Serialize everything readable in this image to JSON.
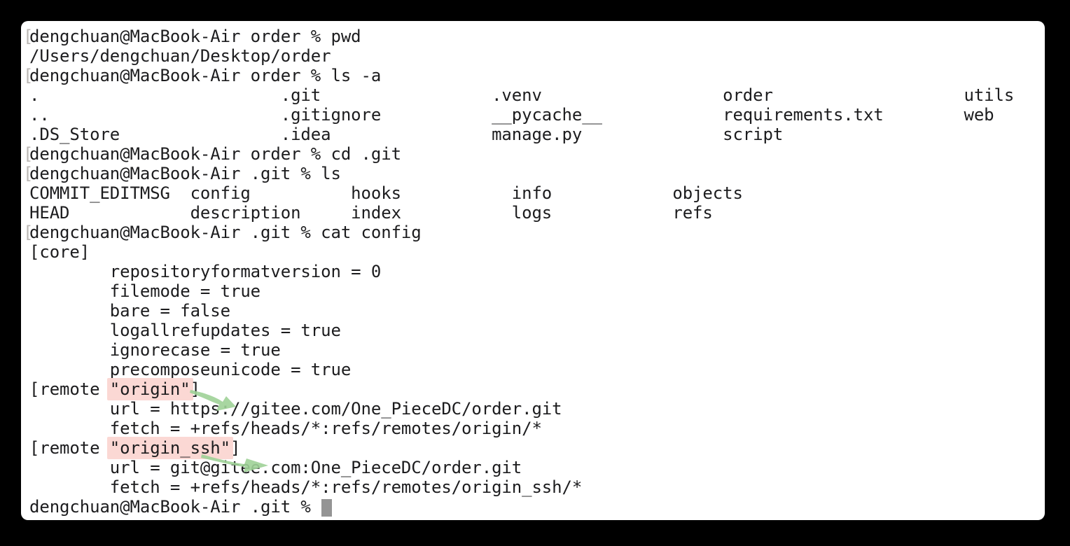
{
  "colors": {
    "page_bg": "#000000",
    "window_bg": "#ffffff",
    "text": "#1c1c1e",
    "prompt_mark": "#bab6b3",
    "highlight": "#fbd8d4",
    "arrow": "#9ed197",
    "cursor": "#949494"
  },
  "terminal": {
    "prompt_mark": "[",
    "user_host": "dengchuan@MacBook-Air",
    "lines": [
      {
        "mark": true,
        "text": "dengchuan@MacBook-Air order % pwd"
      },
      {
        "mark": false,
        "text": "/Users/dengchuan/Desktop/order"
      },
      {
        "mark": true,
        "text": "dengchuan@MacBook-Air order % ls -a"
      },
      {
        "mark": false,
        "text": ".                        .git                 .venv                  order                   utils"
      },
      {
        "mark": false,
        "text": "..                       .gitignore           __pycache__            requirements.txt        web"
      },
      {
        "mark": false,
        "text": ".DS_Store                .idea                manage.py              script"
      },
      {
        "mark": true,
        "text": "dengchuan@MacBook-Air order % cd .git"
      },
      {
        "mark": true,
        "text": "dengchuan@MacBook-Air .git % ls"
      },
      {
        "mark": false,
        "text": "COMMIT_EDITMSG  config          hooks           info            objects"
      },
      {
        "mark": false,
        "text": "HEAD            description     index           logs            refs"
      },
      {
        "mark": true,
        "text": "dengchuan@MacBook-Air .git % cat config"
      },
      {
        "mark": false,
        "text": "[core]"
      },
      {
        "mark": false,
        "text": "        repositoryformatversion = 0"
      },
      {
        "mark": false,
        "text": "        filemode = true"
      },
      {
        "mark": false,
        "text": "        bare = false"
      },
      {
        "mark": false,
        "text": "        logallrefupdates = true"
      },
      {
        "mark": false,
        "text": "        ignorecase = true"
      },
      {
        "mark": false,
        "text": "        precomposeunicode = true"
      },
      {
        "mark": false,
        "parts": [
          {
            "t": "[remote "
          },
          {
            "t": "\"origin\"",
            "hl": true,
            "name": "highlight-origin"
          },
          {
            "t": "]"
          }
        ]
      },
      {
        "mark": false,
        "text": "        url = https://gitee.com/One_PieceDC/order.git"
      },
      {
        "mark": false,
        "text": "        fetch = +refs/heads/*:refs/remotes/origin/*"
      },
      {
        "mark": false,
        "parts": [
          {
            "t": "[remote "
          },
          {
            "t": "\"origin_ssh\"",
            "hl": true,
            "name": "highlight-origin-ssh"
          },
          {
            "t": "]"
          }
        ]
      },
      {
        "mark": false,
        "text": "        url = git@gitee.com:One_PieceDC/order.git"
      },
      {
        "mark": false,
        "text": "        fetch = +refs/heads/*:refs/remotes/origin_ssh/*"
      },
      {
        "mark": false,
        "text": "dengchuan@MacBook-Air .git % ",
        "cursor": true
      }
    ]
  },
  "annotations": {
    "arrows": [
      {
        "name": "annotation-arrow-origin",
        "points_at": "https url"
      },
      {
        "name": "annotation-arrow-origin-ssh",
        "points_at": "ssh url"
      }
    ]
  }
}
